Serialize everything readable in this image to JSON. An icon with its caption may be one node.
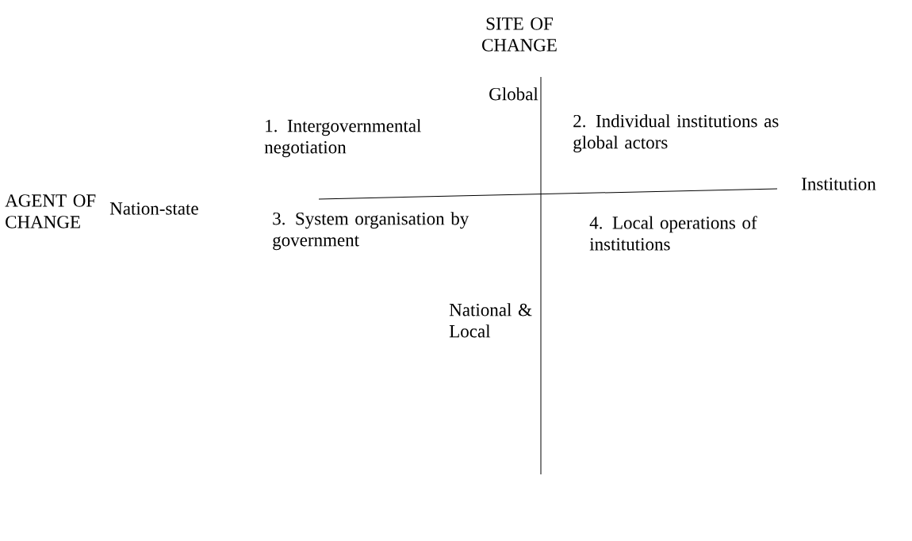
{
  "diagram": {
    "labels": [
      "SITE OF CHANGE",
      "Global",
      "1. Intergovernmental negotiation",
      "2. Individual institutions as global actors",
      "Institution",
      "AGENT OF CHANGE",
      "Nation-state",
      "3. System organisation by government",
      "4. Local operations of institutions",
      "National & Local"
    ]
  }
}
